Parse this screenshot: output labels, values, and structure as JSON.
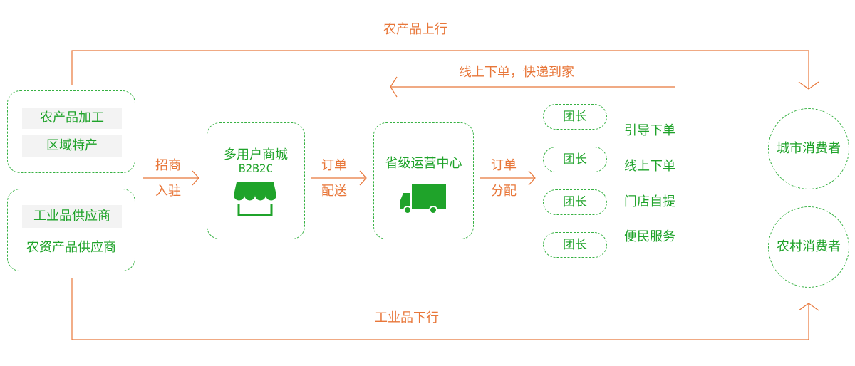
{
  "flow": {
    "top_label": "农产品上行",
    "bottom_label": "工业品下行",
    "return_label": "线上下单，快递到家"
  },
  "sources": {
    "agri": [
      "农产品加工",
      "区域特产"
    ],
    "industrial": [
      "工业品供应商",
      "农资产品供应商"
    ]
  },
  "links": {
    "recruit": [
      "招商",
      "入驻"
    ],
    "order_delivery": [
      "订单",
      "配送"
    ],
    "order_distribute": [
      "订单",
      "分配"
    ]
  },
  "platform": {
    "title": "多用户商城",
    "subtitle": "B2B2C",
    "icon": "storefront-icon"
  },
  "center": {
    "title": "省级运营中心",
    "icon": "delivery-truck-icon"
  },
  "leaders": [
    {
      "label": "团长",
      "service": "引导下单"
    },
    {
      "label": "团长",
      "service": "线上下单"
    },
    {
      "label": "团长",
      "service": "门店自提"
    },
    {
      "label": "团长",
      "service": "便民服务"
    }
  ],
  "consumers": {
    "urban": "城市消费者",
    "rural": "农村消费者"
  },
  "colors": {
    "accent": "#e8773a",
    "brand": "#1fa32a"
  }
}
